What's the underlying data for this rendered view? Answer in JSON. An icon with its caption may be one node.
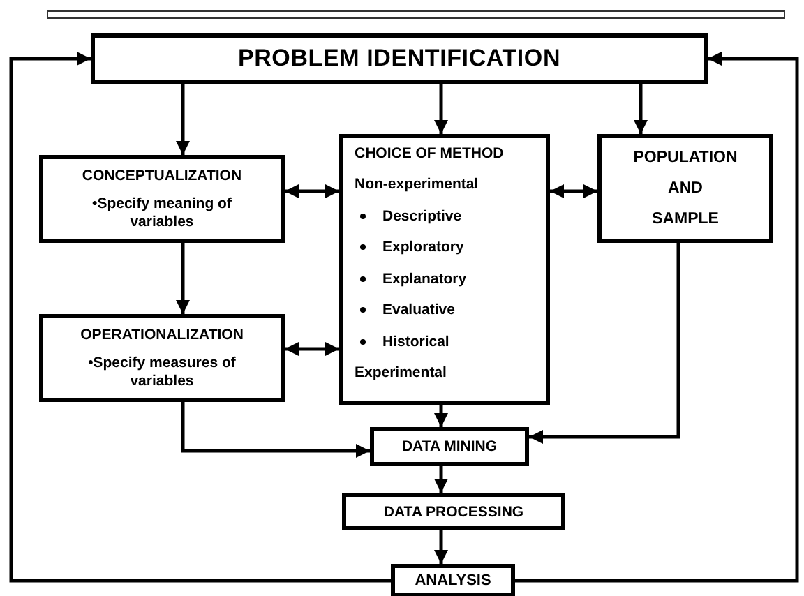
{
  "diagram": {
    "nodes": [
      {
        "text": [
          "PROBLEM IDENTIFICATION"
        ]
      },
      {
        "text": [
          "CONCEPTUALIZATION",
          "•Specify meaning of variables"
        ]
      },
      {
        "text": [
          "CHOICE OF METHOD",
          "Non-experimental",
          "Descriptive",
          "Exploratory",
          "Explanatory",
          "Evaluative",
          "Historical",
          "Experimental"
        ]
      },
      {
        "text": [
          "POPULATION AND SAMPLE"
        ]
      },
      {
        "text": [
          "OPERATIONALIZATION",
          "•Specify measures of variables"
        ]
      },
      {
        "text": [
          "DATA MINING"
        ]
      },
      {
        "text": [
          "DATA PROCESSING"
        ]
      },
      {
        "text": [
          "ANALYSIS"
        ]
      }
    ],
    "edges": [
      {
        "from": 0,
        "to": 1,
        "arrow": "to"
      },
      {
        "from": 0,
        "to": 2,
        "arrow": "to"
      },
      {
        "from": 0,
        "to": 3,
        "arrow": "to"
      },
      {
        "from": 1,
        "to": 2,
        "arrow": "both"
      },
      {
        "from": 3,
        "to": 2,
        "arrow": "both"
      },
      {
        "from": 1,
        "to": 4,
        "arrow": "to"
      },
      {
        "from": 4,
        "to": 2,
        "arrow": "both"
      },
      {
        "from": 4,
        "to": 5,
        "arrow": "to"
      },
      {
        "from": 2,
        "to": 5,
        "arrow": "to"
      },
      {
        "from": 3,
        "to": 5,
        "arrow": "to"
      },
      {
        "from": 5,
        "to": 6,
        "arrow": "to"
      },
      {
        "from": 6,
        "to": 7,
        "arrow": "to"
      },
      {
        "from": 7,
        "to": 0,
        "arrow": "to"
      },
      {
        "from": 7,
        "to": 0,
        "arrow": "to"
      }
    ]
  }
}
